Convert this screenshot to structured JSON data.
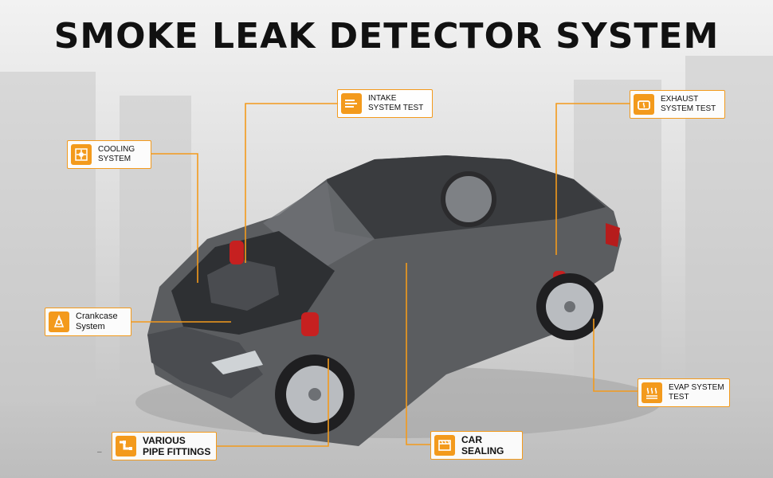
{
  "title": "SMOKE LEAK DETECTOR SYSTEM",
  "colors": {
    "accent": "#f39a1c",
    "title": "#111111"
  },
  "callouts": [
    {
      "key": "intake",
      "label": "INTAKE\nSYSTEM TEST",
      "icon": "intake-airflow-icon"
    },
    {
      "key": "exhaust",
      "label": "EXHAUST\nSYSTEM TEST",
      "icon": "exhaust-muffler-icon"
    },
    {
      "key": "cooling",
      "label": "COOLING\nSYSTEM",
      "icon": "cooling-fan-icon"
    },
    {
      "key": "crankcase",
      "label": "Crankcase\nSystem",
      "icon": "crankcase-icon"
    },
    {
      "key": "evap",
      "label": "EVAP SYSTEM\nTEST",
      "icon": "evap-vapor-icon"
    },
    {
      "key": "pipes",
      "label": "VARIOUS\nPIPE FITTINGS",
      "icon": "pipe-fitting-icon"
    },
    {
      "key": "sealing",
      "label": "CAR\nSEALING",
      "icon": "car-sealing-icon"
    }
  ],
  "footer_mark": "–"
}
